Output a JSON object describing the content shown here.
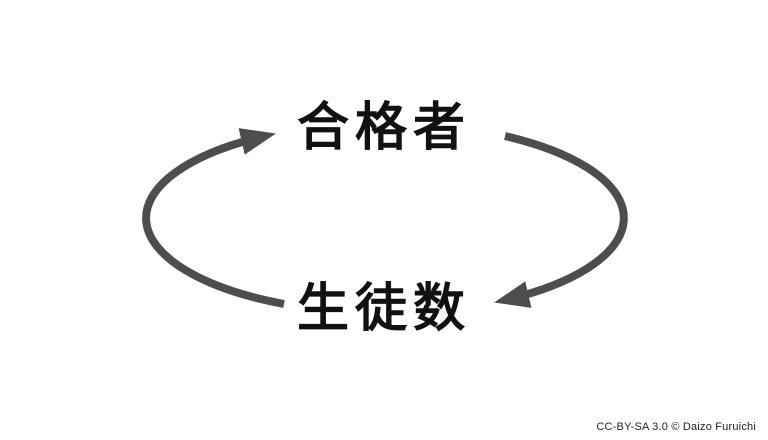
{
  "diagram": {
    "top_label": "合格者",
    "bottom_label": "生徒数",
    "arrow_color": "#4d4d4d",
    "label_color": "#111111",
    "background_color": "#ffffff"
  },
  "footer": {
    "credit": "CC-BY-SA 3.0 © Daizo Furuichi"
  }
}
